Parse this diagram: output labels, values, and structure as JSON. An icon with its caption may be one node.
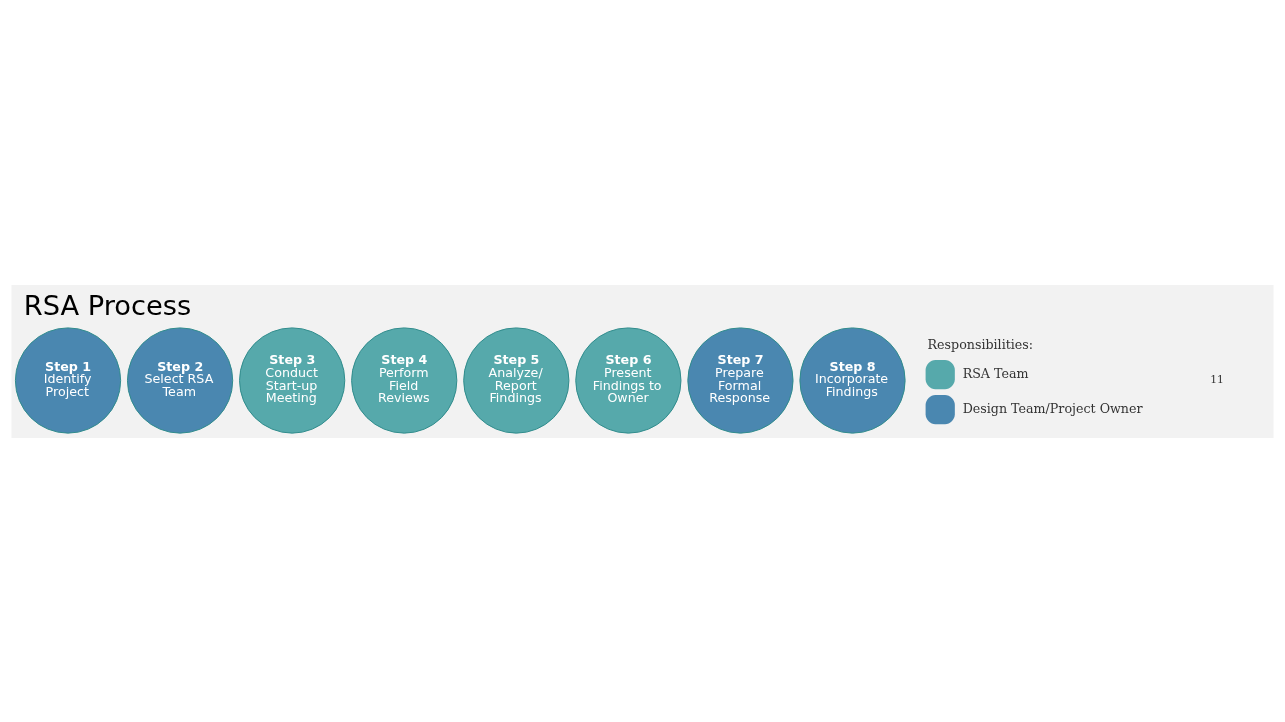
{
  "diagram": {
    "title": "RSA Process",
    "nodes": [
      {
        "text": [
          "Step 1",
          "Identify Project"
        ]
      },
      {
        "text": [
          "Step 2",
          "Select RSA Team"
        ]
      },
      {
        "text": [
          "Step 3",
          "Conduct Start-up Meeting"
        ]
      },
      {
        "text": [
          "Step 4",
          "Perform Field Reviews"
        ]
      },
      {
        "text": [
          "Step 5",
          "Analyze/ Report Findings"
        ]
      },
      {
        "text": [
          "Step 6",
          "Present Findings to Owner"
        ]
      },
      {
        "text": [
          "Step 7",
          "Prepare Formal Response"
        ]
      },
      {
        "text": [
          "Step 8",
          "Incorporate Findings"
        ]
      }
    ],
    "labels": [
      "Responsibilities:",
      "11"
    ],
    "legend": [
      {
        "text": "RSA Team",
        "color": "#56a9ab"
      },
      {
        "text": "Design Team/Project Owner",
        "color": "#4a87b0"
      }
    ]
  }
}
